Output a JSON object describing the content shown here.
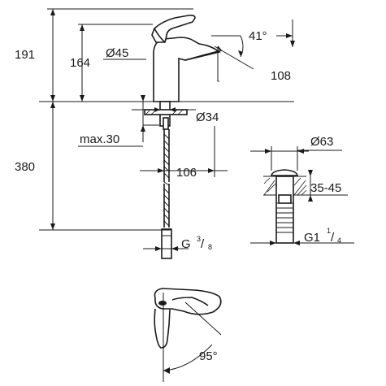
{
  "dimensions": {
    "total_height": "191",
    "spout_height": "164",
    "aerator_diameter": "Ø45",
    "spout_angle": "41°",
    "spout_reach": "108",
    "base_diameter": "Ø34",
    "max_deck_thickness": "max.30",
    "hose_length": "380",
    "tap_hole_distance": "106",
    "hose_connection": "G",
    "hose_connection_sup_num": "3",
    "hose_connection_sup_den": "8",
    "waste_diameter": "Ø63",
    "waste_clamp_range": "35-45",
    "waste_thread": "G1",
    "waste_thread_sup_num": "1",
    "waste_thread_sup_den": "4",
    "lever_rotation": "95°"
  }
}
